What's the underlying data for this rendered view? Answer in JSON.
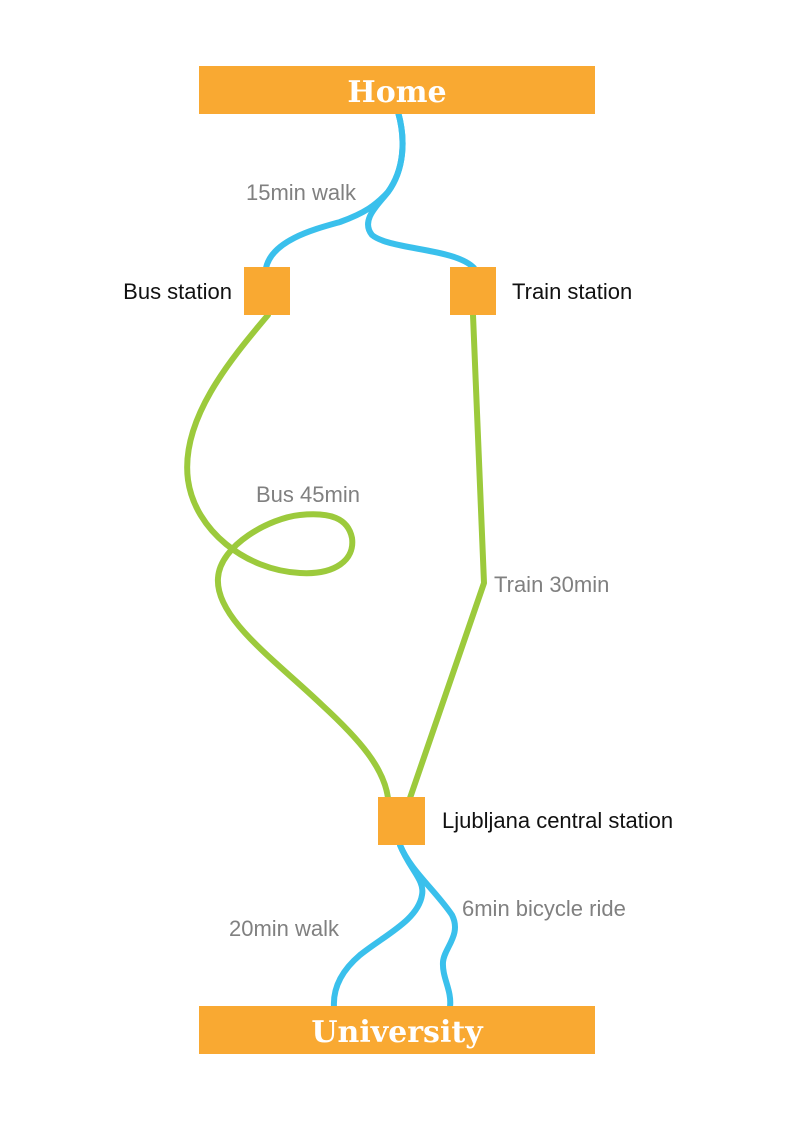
{
  "colors": {
    "box": "#f9a932",
    "walk_route": "#3ac0ec",
    "transit_route": "#9cca3c",
    "endpoint_text": "#ffffff",
    "node_text": "#111111",
    "route_label_text": "#808080"
  },
  "endpoints": {
    "home": "Home",
    "university": "University"
  },
  "nodes": {
    "bus_station": "Bus station",
    "train_station": "Train station",
    "central_station": "Ljubljana central station"
  },
  "routes": {
    "home_walk": "15min walk",
    "bus": "Bus 45min",
    "train": "Train 30min",
    "uni_walk": "20min walk",
    "uni_bicycle": "6min bicycle ride"
  }
}
